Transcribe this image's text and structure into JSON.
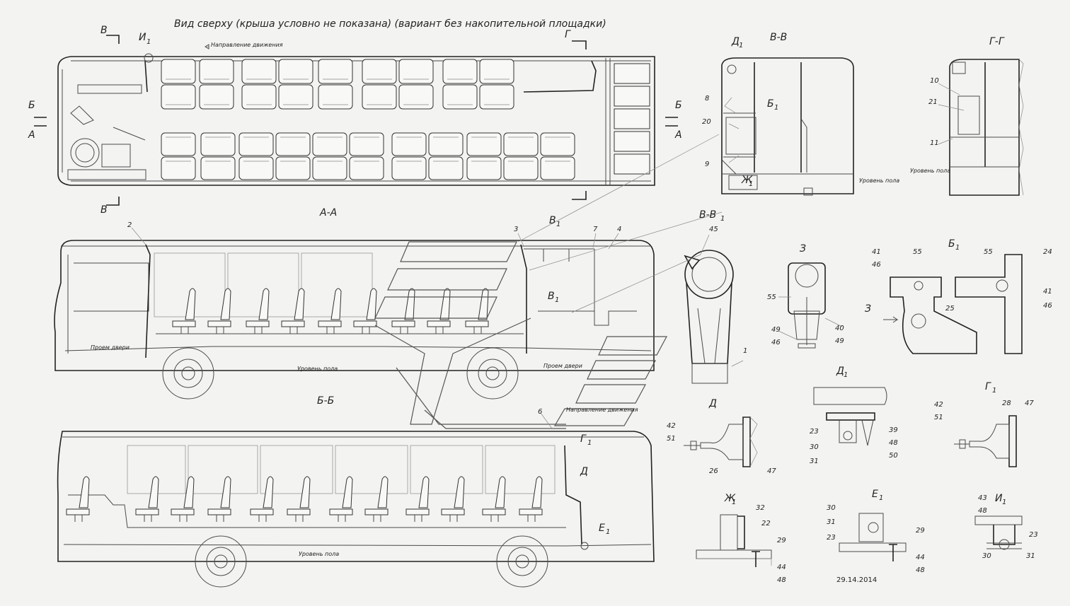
{
  "drawing": {
    "title": "Вид сверху (крыша условно не показана) (вариант без накопительной площадки)",
    "date": "29.14.2014",
    "annotations": {
      "direction_top": "Направление движения",
      "direction_mid": "Направление движения",
      "door_opening_left": "Проем двери",
      "door_opening_mid": "Проем двери",
      "floor_level_aa": "Уровень пола",
      "floor_level_bb": "Уровень пола",
      "floor_level_vv": "Уровень пола",
      "floor_level_gg": "Уровень пола"
    },
    "section_labels": {
      "aa": "А-А",
      "bb": "Б-Б",
      "vv": "В-В",
      "gg": "Г-Г",
      "v1v1": "В-В",
      "z": "З",
      "b1": "Б",
      "d": "Д",
      "d1": "Д",
      "g1": "Г",
      "zh1": "Ж",
      "e1": "Е",
      "i1": "И"
    },
    "markers": {
      "v_top": "В",
      "v_bot": "В",
      "g_top": "Г",
      "b_left": "Б",
      "a_left": "А",
      "b_right": "Б",
      "a_right": "А",
      "i1": "И",
      "d1": "Д",
      "b1_vv": "Б",
      "zh1": "Ж",
      "v1_a": "В",
      "v1_b": "В",
      "g1": "Г",
      "d": "Д",
      "e1": "Е",
      "z_arrow": "З",
      "sub1": "1"
    },
    "callouts": {
      "vv": [
        "8",
        "20",
        "9"
      ],
      "gg": [
        "10",
        "21",
        "11"
      ],
      "aa": [
        "2",
        "3",
        "7",
        "4",
        "45",
        "1"
      ],
      "bb": [
        "6"
      ],
      "z": [
        "55",
        "49",
        "46",
        "40",
        "49"
      ],
      "b1": [
        "41",
        "46",
        "55",
        "55",
        "24",
        "25",
        "41",
        "46"
      ],
      "d1": [
        "23",
        "30",
        "31",
        "39",
        "48",
        "50"
      ],
      "d": [
        "42",
        "51",
        "26",
        "47"
      ],
      "g1": [
        "42",
        "51",
        "28",
        "47"
      ],
      "zh1": [
        "32",
        "22",
        "29",
        "44",
        "48"
      ],
      "e1": [
        "30",
        "31",
        "23",
        "29",
        "44",
        "48"
      ],
      "i1": [
        "43",
        "48",
        "23",
        "30",
        "31"
      ]
    }
  }
}
